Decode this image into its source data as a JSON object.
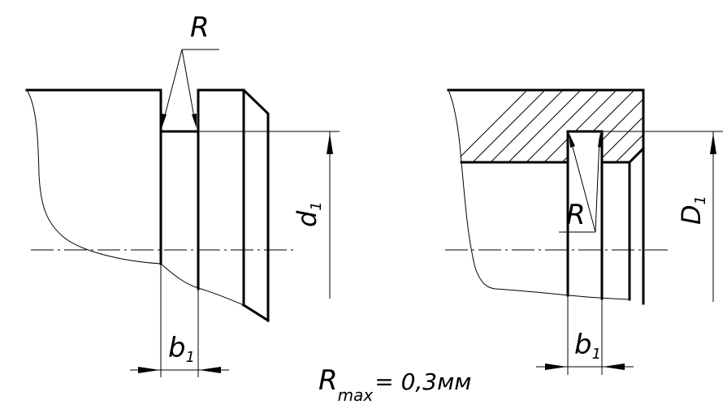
{
  "left_view": {
    "radius_label": "R",
    "diameter_label": "d",
    "diameter_sub": "1",
    "width_label": "b",
    "width_sub": "1"
  },
  "right_view": {
    "radius_label": "R",
    "diameter_label": "D",
    "diameter_sub": "1",
    "width_label": "b",
    "width_sub": "1"
  },
  "note": {
    "symbol": "R",
    "sub": "max",
    "value": "= 0,3мм"
  }
}
